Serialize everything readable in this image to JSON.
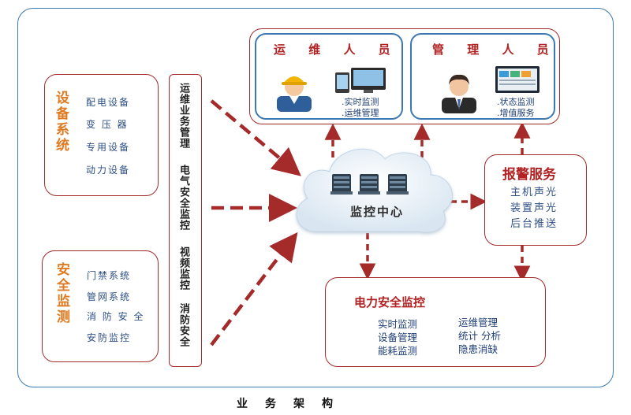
{
  "equipment_system": {
    "title": "设备系统",
    "items": [
      "配电设备",
      "变 压 器",
      "专用设备",
      "动力设备"
    ]
  },
  "safety_monitoring": {
    "title": "安全监测",
    "items": [
      "门禁系统",
      "管网系统",
      "消 防 安 全",
      "安防监控"
    ]
  },
  "business_column": {
    "lines": [
      "运维业务管理",
      "电气安全监控",
      "视频监控",
      "消防安全"
    ]
  },
  "ops_staff": {
    "title": "运 维 人 员",
    "items": [
      ".实时监测",
      ".运维管理"
    ]
  },
  "mgmt_staff": {
    "title": "管 理 人 员",
    "items": [
      ".状态监测",
      ".增值服务"
    ]
  },
  "monitor_center": {
    "label": "监控中心"
  },
  "alarm_service": {
    "title": "报警服务",
    "items": [
      "主机声光",
      "装置声光",
      "后台推送"
    ]
  },
  "power_safety": {
    "title": "电力安全监控",
    "left_items": [
      "实时监测",
      "设备管理",
      "能耗监测"
    ],
    "right_items": [
      "运维管理",
      "统计 分析",
      "隐患消缺"
    ]
  },
  "footer": {
    "title": "业务架构"
  },
  "colors": {
    "frame_blue": "#3d78b3",
    "box_red": "#a52a2a",
    "title_orange": "#e07a20",
    "arrow_red": "#a52a2a"
  }
}
